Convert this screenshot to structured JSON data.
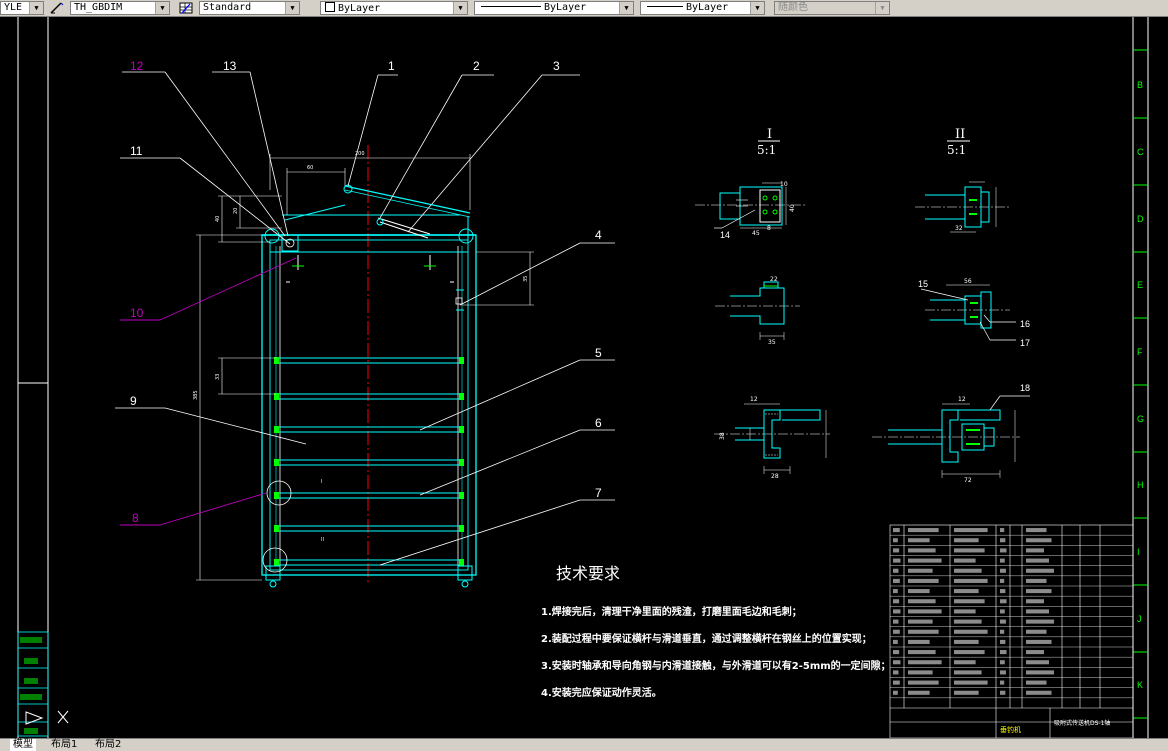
{
  "toolbar": {
    "text_style": "YLE",
    "dim_style": "TH_GBDIM",
    "table_style": "Standard",
    "color": "ByLayer",
    "linetype": "ByLayer",
    "lineweight": "ByLayer",
    "plot_style": "随颜色"
  },
  "callouts": {
    "c1": "1",
    "c2": "2",
    "c3": "3",
    "c4": "4",
    "c5": "5",
    "c6": "6",
    "c7": "7",
    "c8": "8",
    "c9": "9",
    "c10": "10",
    "c11": "11",
    "c12": "12",
    "c13": "13",
    "c14": "14",
    "c15": "15",
    "c16": "16",
    "c17": "17",
    "c18": "18"
  },
  "detail_views": {
    "view1_label": "I",
    "view1_scale": "5:1",
    "view2_label": "II",
    "view2_scale": "5:1"
  },
  "dims": {
    "d10": "10",
    "d40": "40",
    "d45": "45",
    "d8": "8",
    "d22": "22",
    "d35": "35",
    "d12a": "12",
    "d28": "28",
    "d38": "38",
    "d32": "32",
    "d56": "56",
    "d12b": "12",
    "d72": "72"
  },
  "tech_requirements": {
    "title": "技术要求",
    "items": [
      "1.焊接完后，清理干净里面的残渣，打磨里面毛边和毛刺；",
      "2.装配过程中要保证横杆与滑道垂直，通过调整横杆在钢丝上的位置实现；",
      "3.安装时轴承和导向角钢与内滑道接触，与外滑道可以有2-5mm的一定间隙；",
      "4.安装完应保证动作灵活。"
    ]
  },
  "title_block": {
    "drawing_name": "垂钓机",
    "drawing_number": "吸附式传送机DS-1轴"
  },
  "ruler_letters": [
    "B",
    "C",
    "D",
    "E",
    "F",
    "G",
    "H",
    "I",
    "J",
    "K"
  ],
  "layout_tabs": {
    "model": "模型",
    "layout1": "布局1",
    "layout2": "布局2"
  },
  "colors": {
    "background": "#000000",
    "cyan": "#00ffff",
    "magenta": "#c000c0",
    "red": "#ff0000",
    "white": "#ffffff",
    "green": "#00ff00"
  }
}
